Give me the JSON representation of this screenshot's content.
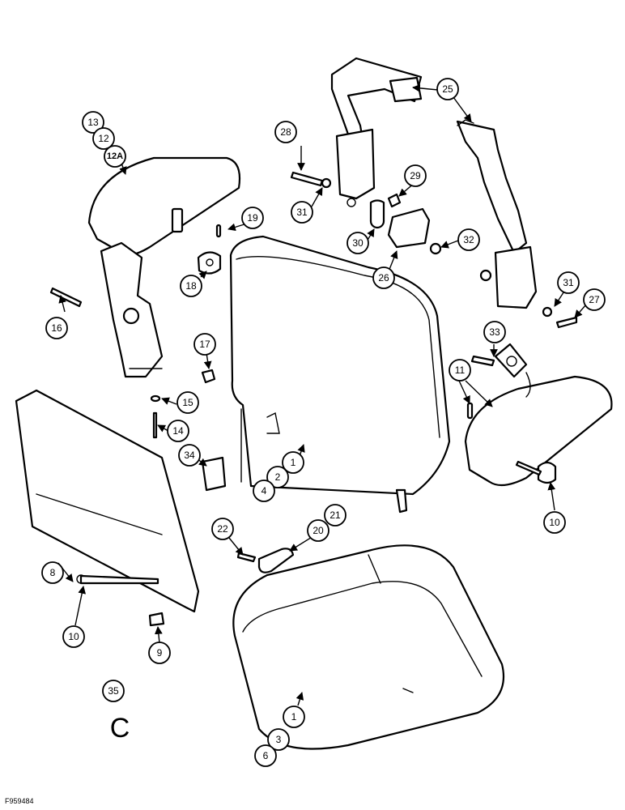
{
  "figure_id": "F959484",
  "section_letter": "C",
  "callouts": {
    "c1a": "1",
    "c1b": "1",
    "c2": "2",
    "c3": "3",
    "c4": "4",
    "c6": "6",
    "c8": "8",
    "c9": "9",
    "c10a": "10",
    "c10b": "10",
    "c11": "11",
    "c12": "12",
    "c12a": "12A",
    "c13": "13",
    "c14": "14",
    "c15": "15",
    "c16": "16",
    "c17": "17",
    "c18": "18",
    "c19": "19",
    "c20": "20",
    "c21": "21",
    "c22": "22",
    "c25": "25",
    "c26": "26",
    "c27": "27",
    "c28": "28",
    "c29": "29",
    "c30": "30",
    "c31a": "31",
    "c31b": "31",
    "c32": "32",
    "c33": "33",
    "c34": "34",
    "c35": "35"
  }
}
